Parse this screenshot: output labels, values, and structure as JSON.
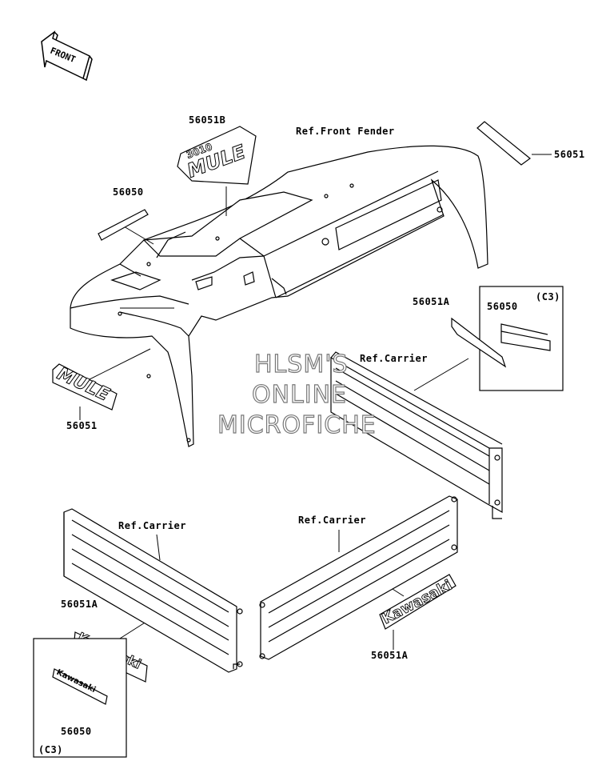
{
  "front_arrow": {
    "text": "FRONT"
  },
  "labels": {
    "p56051b": "56051B",
    "ref_front_fender": "Ref.Front Fender",
    "p56051_top": "56051",
    "p56050_upper": "56050",
    "p56051a_right": "56051A",
    "p56050_c3_right": "56050",
    "c3_right": "(C3)",
    "ref_carrier_mid": "Ref.Carrier",
    "p56051_left": "56051",
    "ref_carrier_left": "Ref.Carrier",
    "ref_carrier_right": "Ref.Carrier",
    "p56051a_left": "56051A",
    "p56051a_bottom_right": "56051A",
    "p56050_c3_left": "56050",
    "c3_left": "(C3)"
  },
  "decals": {
    "mule_large": "MULE",
    "mule_top": "MULE",
    "mule_top_num": "3010",
    "kawasaki_large_left": "Kawasaki",
    "kawasaki_small_left": "Kawasaki",
    "kawasaki_right": "Kawasaki"
  },
  "watermark": {
    "line1": "HLSM'S",
    "line2": "ONLINE",
    "line3": "MICROFICHE"
  }
}
